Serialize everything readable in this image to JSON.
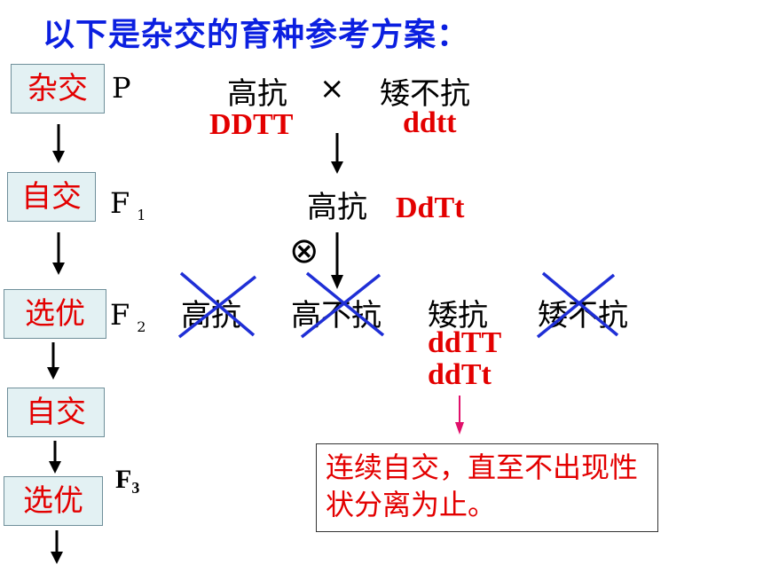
{
  "title": "以下是杂交的育种参考方案：",
  "steps": [
    "杂交",
    "自交",
    "选优",
    "自交",
    "选优"
  ],
  "generations": {
    "p": "P",
    "f1": "F",
    "f1_sub": "1",
    "f2": "F",
    "f2_sub": "2",
    "f3": "F",
    "f3_sub": "3"
  },
  "cross": {
    "parent1": "高抗",
    "parent1_genotype": "DDTT",
    "cross_symbol": "×",
    "parent2": "矮不抗",
    "parent2_genotype": "ddtt",
    "f1": "高抗",
    "f1_genotype": "DdTt",
    "self_symbol": "⊗"
  },
  "f2_phenotypes": [
    {
      "label": "高抗",
      "crossed_out": true
    },
    {
      "label": "高不抗",
      "crossed_out": true
    },
    {
      "label": "矮抗",
      "crossed_out": false
    },
    {
      "label": "矮不抗",
      "crossed_out": true
    }
  ],
  "selected_genotypes": [
    "ddTT",
    "ddTt"
  ],
  "conclusion": "连续自交，直至不出现性状分离为止。",
  "colors": {
    "title": "#0b1fe0",
    "accent": "#e30000",
    "cross_mark": "#1f2fd6",
    "step_box": "#e3f1f3",
    "pink_arrow": "#e0106a"
  }
}
